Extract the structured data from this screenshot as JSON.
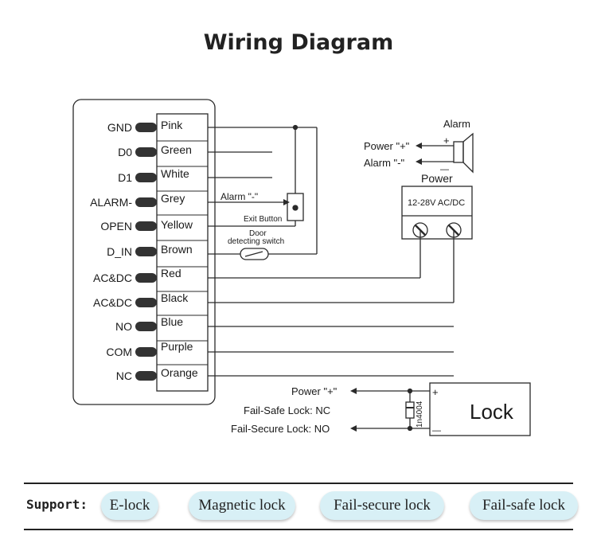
{
  "title": "Wiring Diagram",
  "terminals": [
    {
      "label": "GND",
      "wire": "Pink"
    },
    {
      "label": "D0",
      "wire": "Green"
    },
    {
      "label": "D1",
      "wire": "White"
    },
    {
      "label": "ALARM-",
      "wire": "Grey"
    },
    {
      "label": "OPEN",
      "wire": "Yellow"
    },
    {
      "label": "D_IN",
      "wire": "Brown"
    },
    {
      "label": "AC&DC",
      "wire": "Red"
    },
    {
      "label": "AC&DC",
      "wire": "Black"
    },
    {
      "label": "NO",
      "wire": "Blue"
    },
    {
      "label": "COM",
      "wire": "Purple"
    },
    {
      "label": "NC",
      "wire": "Orange"
    }
  ],
  "labels": {
    "alarm_minus": "Alarm \"-\"",
    "exit_button": "Exit Button",
    "door": "Door",
    "door_switch": "detecting switch",
    "alarm": "Alarm",
    "power_plus": "Power \"+\"",
    "alarm_minus_out": "Alarm \"-\"",
    "plus": "+",
    "minus": "—",
    "power": "Power",
    "power_spec": "12-28V AC/DC",
    "lock_power": "Power \"+\"",
    "fail_safe": "Fail-Safe Lock: NC",
    "fail_secure": "Fail-Secure Lock: NO",
    "diode": "1n4004",
    "lock_plus": "+",
    "lock_minus": "—",
    "lock": "Lock"
  },
  "support": {
    "label": "Support:",
    "items": [
      "E-lock",
      "Magnetic lock",
      "Fail-secure lock",
      "Fail-safe lock"
    ]
  },
  "colors": {
    "pill_bg": "#d8f0f6",
    "line": "#2a2a2a"
  }
}
